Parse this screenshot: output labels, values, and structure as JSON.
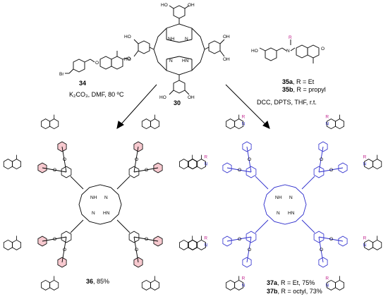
{
  "compounds": {
    "start": {
      "id": "30"
    },
    "reagent_left": {
      "id": "34"
    },
    "reagent_right": {
      "a": {
        "id": "35a",
        "rtext": ", R = Et"
      },
      "b": {
        "id": "35b",
        "rtext": ", R = propyl"
      },
      "r_symbol": "R"
    },
    "product_left": {
      "id": "36",
      "yield": ", 85%"
    },
    "product_right": {
      "a": {
        "id": "37a",
        "rtext": ", R = Et, 75%"
      },
      "b": {
        "id": "37b",
        "rtext": ", R = octyl, 73%"
      }
    }
  },
  "conditions": {
    "left": "K₂CO₃, DMF, 80 ºC",
    "right": "DCC, DPTS, THF, r.t."
  },
  "atoms": {
    "OH": "OH",
    "HO": "HO",
    "O": "O",
    "N": "N",
    "NH": "NH",
    "HN": "HN",
    "Br": "Br",
    "R": "R",
    "O2": "O"
  },
  "colors": {
    "ink": "#000000",
    "highlight_left": "#f7c9cf",
    "bond_right": "#2b2bcc",
    "r_group": "#c0218c",
    "background": "#ffffff"
  }
}
